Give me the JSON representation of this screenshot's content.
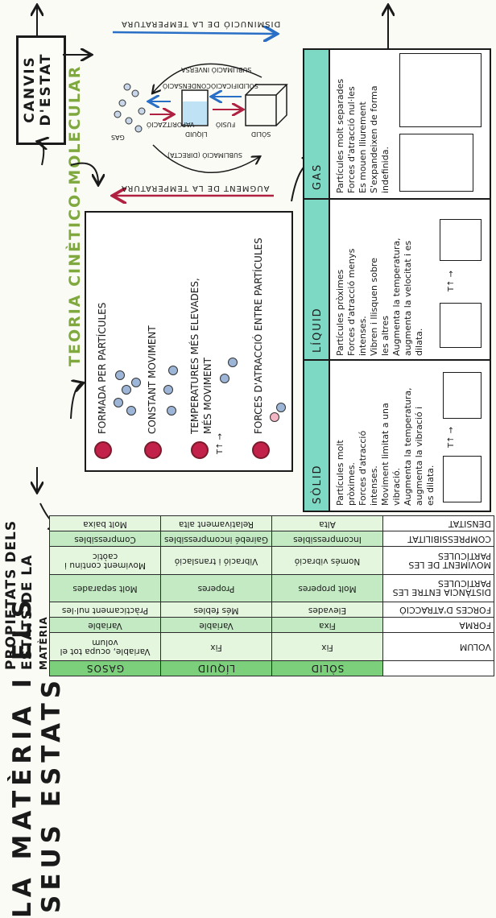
{
  "title": {
    "line1": "LA MATÈRIA I ELS",
    "line2": "SEUS ESTATS",
    "subtitle": "TEORIA CINÈTICO-MOLECULAR"
  },
  "canvis": {
    "line1": "CANVIS",
    "line2": "D'ESTAT"
  },
  "propietats": {
    "line1": "PROPIETATS DELS",
    "line2": "ESTATS DE LA",
    "line3": "MATÈRIA"
  },
  "teoria": {
    "points": [
      "FORMADA PER PARTÍCULES",
      "CONSTANT MOVIMENT",
      "TEMPERATURES MÉS ELEVADES,",
      "MÉS MOVIMENT",
      "FORCES D'ATRACCIÓ ENTRE PARTÍCULES"
    ],
    "temp_label": "T↑ →"
  },
  "canvis_diagram": {
    "top_arrow": "DISMINUCIÓ DE LA TEMPERATURA",
    "bottom_arrow": "AUGMENT DE LA TEMPERATURA",
    "sublimacio_inversa": "SUBLIMACIÓ INVERSA",
    "sublimacio_directa": "SUBLIMACIÓ (DIRECTA)",
    "solidificacio": "SOLIDIFICACIÓ",
    "condensacio": "CONDENSACIÓ",
    "vaporitzacio": "VAPORITZACIÓ",
    "fusio": "FUSIÓ",
    "gas": "GAS",
    "liquid": "LÍQUID",
    "solid": "SÒLID"
  },
  "states": {
    "solid": {
      "header": "SÒLID",
      "bullets": [
        "Partícules molt",
        "pròximes.",
        "Forces d'atracció",
        "intenses.",
        "Moviment limitat a una",
        "vibració.",
        "Augmenta la temperatura,",
        "augmenta la vibració i",
        "es dilata."
      ],
      "temp": "T↑ →"
    },
    "liquid": {
      "header": "LÍQUID",
      "bullets": [
        "Partícules pròximes",
        "Forces d'atracció menys",
        "intenses.",
        "Vibren i llisquen sobre",
        "les altres",
        "Augmenta la temperatura,",
        "augmenta la velocitat i es",
        "dilata."
      ],
      "temp": "T↑ →"
    },
    "gas": {
      "header": "GAS",
      "bullets": [
        "Partícules molt separades",
        "Forces d'atracció nul·les",
        "Es mouen lliurement",
        "S'expandeixen de forma",
        "indefinida."
      ]
    }
  },
  "props_table": {
    "headers": [
      "",
      "SÒLID",
      "LÍQUID",
      "GASOS"
    ],
    "rows": [
      [
        "VOLUM",
        "Fix",
        "Fix",
        "Variable, ocupa tot el volum"
      ],
      [
        "FORMA",
        "Fixa",
        "Variable",
        "Variable"
      ],
      [
        "FORCES D'ATRACCIÓ",
        "Elevades",
        "Més febles",
        "Pràcticament nul·les"
      ],
      [
        "DISTÀNCIA ENTRE LES PARTÍCULES",
        "Molt properes",
        "Properes",
        "Molt separades"
      ],
      [
        "MOVIMENT DE LES PARTÍCULES",
        "Només vibració",
        "Vibració i translació",
        "Moviment continu i caòtic"
      ],
      [
        "COMPRESSIBILITAT",
        "Incompressibles",
        "Gairebé incompressibles",
        "Compressibles"
      ],
      [
        "DENSITAT",
        "Alta",
        "Relativament alta",
        "Molt baixa"
      ]
    ]
  },
  "colors": {
    "green": "#7fa93f",
    "teal": "#7dd8c4",
    "red": "#c2224a",
    "blue": "#2a6fc6"
  }
}
